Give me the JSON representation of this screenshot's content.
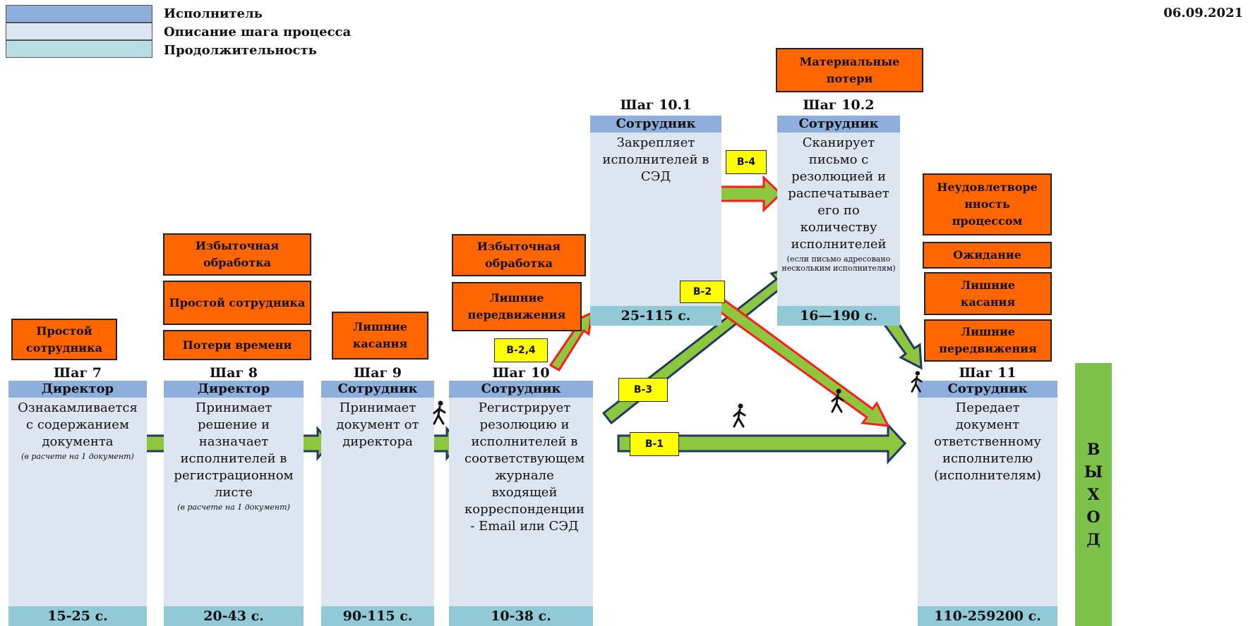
{
  "date": "06.09.2021",
  "legend": {
    "executor": "Исполнитель",
    "description": "Описание шага процесса",
    "duration": "Продолжительность"
  },
  "steps": {
    "s7": {
      "title": "Шаг 7",
      "role": "Директор",
      "desc": "Ознакамливается с содержанием документа",
      "note": "(в расчете на 1 документ)",
      "dur": "15-25 с."
    },
    "s8": {
      "title": "Шаг 8",
      "role": "Директор",
      "desc": "Принимает решение и назначает исполнителей в регистрационном листе",
      "note": "(в расчете на 1 документ)",
      "dur": "20-43 с."
    },
    "s9": {
      "title": "Шаг 9",
      "role": "Сотрудник",
      "desc": "Принимает документ от директора",
      "dur": "90-115 с."
    },
    "s10": {
      "title": "Шаг 10",
      "role": "Сотрудник",
      "desc": "Регистрирует резолюцию и исполнителей в соответствующем журнале входящей корреспонденции - Email или СЭД",
      "dur": "10-38 с."
    },
    "s101": {
      "title": "Шаг 10.1",
      "role": "Сотрудник",
      "desc": "Закрепляет исполнителей в СЭД",
      "dur": "25-115 с."
    },
    "s102": {
      "title": "Шаг 10.2",
      "role": "Сотрудник",
      "desc": "Сканирует письмо с резолюцией и распечатывает его по количеству исполнителей",
      "note": "(если письмо адресовано нескольким исполнителям)",
      "dur": "16—190 с."
    },
    "s11": {
      "title": "Шаг 11",
      "role": "Сотрудник",
      "desc": "Передает документ ответственному исполнителю (исполнителям)",
      "dur": "110-259200 с."
    }
  },
  "wastes": {
    "s7_idle": "Простой сотрудника",
    "s8_overprocessing": "Избыточная обработка",
    "s8_idle": "Простой сотрудника",
    "s8_time": "Потери времени",
    "s9_touches": "Лишние касания",
    "s10_overprocessing": "Избыточная обработка",
    "s10_movement": "Лишние передвижения",
    "s102_material": "Материальные потери",
    "s11_dissatisfaction": "Неудовлетворе нность процессом",
    "s11_waiting": "Ожидание",
    "s11_touches": "Лишние касания",
    "s11_movement": "Лишние передвижения"
  },
  "labels": {
    "b1": "В-1",
    "b2": "В-2",
    "b24": "В-2,4",
    "b3": "В-3",
    "b4": "В-4"
  },
  "exit": [
    "В",
    "Ы",
    "Х",
    "О",
    "Д"
  ],
  "colors": {
    "role_header": "#8eaedc",
    "description": "#dde5f1",
    "duration": "#92c9d7",
    "waste": "#ff6600",
    "label": "#ffff00",
    "arrow_green": "#8dc63f",
    "arrow_red": "#ff1a1a",
    "arrow_navy": "#1f3864",
    "exit": "#7cc24a"
  }
}
